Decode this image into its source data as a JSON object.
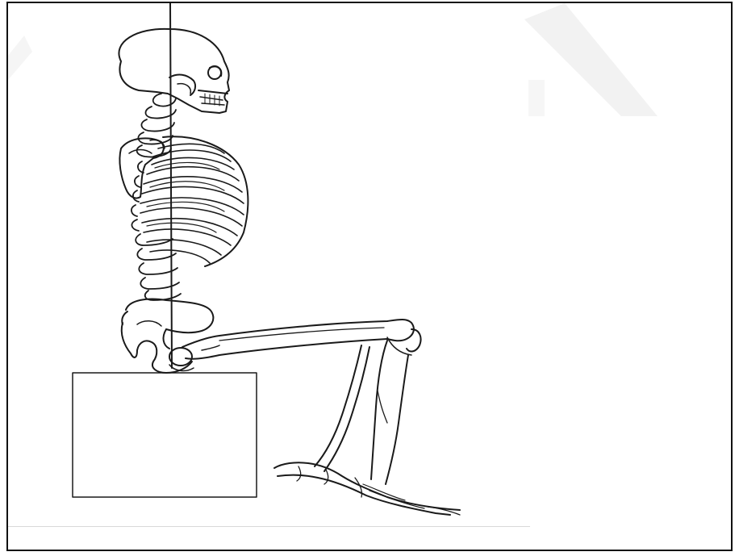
{
  "figure": {
    "subject": "skeleton-seated-posture",
    "elements": [
      "skull",
      "cervical-spine",
      "rib-cage",
      "scapula",
      "lumbar-spine",
      "pelvis",
      "femur",
      "patella",
      "tibia",
      "fibula",
      "foot",
      "seat-box",
      "line-of-gravity"
    ],
    "colors": {
      "background": "#ffffff",
      "frame_border": "#111111",
      "line_art": "#1a1a1a",
      "watermark": "#f1f1f1"
    }
  }
}
